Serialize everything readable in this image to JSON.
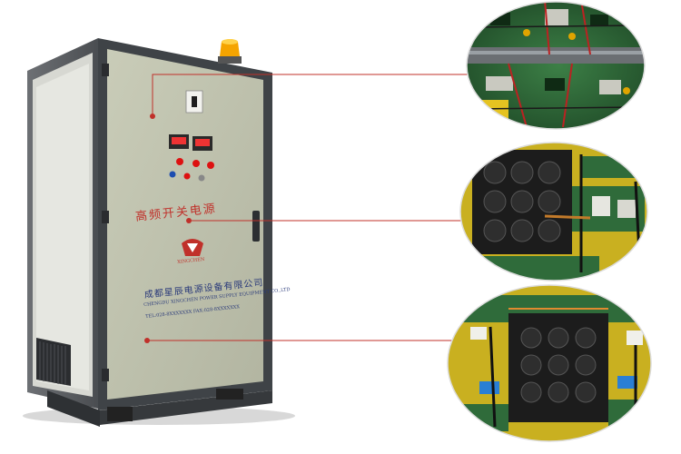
{
  "cabinet": {
    "title": "高频开关电源",
    "company_cn": "成都星辰电源设备有限公司",
    "company_en": "CHENGDU XINGCHEN POWER SUPPLY EQUIPMENT CO.,LTD",
    "contact": "TEL:028-8XXXXXXX  FAX:028-8XXXXXXX",
    "logo_text": "XINGCHEN"
  },
  "colors": {
    "cabinet_body": "#bfc2ae",
    "cabinet_frame": "#3f4347",
    "leader_line": "#c0302a",
    "pcb_green": "#2f6b3a",
    "warning_light": "#f5a400"
  },
  "callouts": [
    {
      "name": "control-board-detail"
    },
    {
      "name": "capacitor-bank-detail"
    },
    {
      "name": "power-module-detail"
    }
  ]
}
